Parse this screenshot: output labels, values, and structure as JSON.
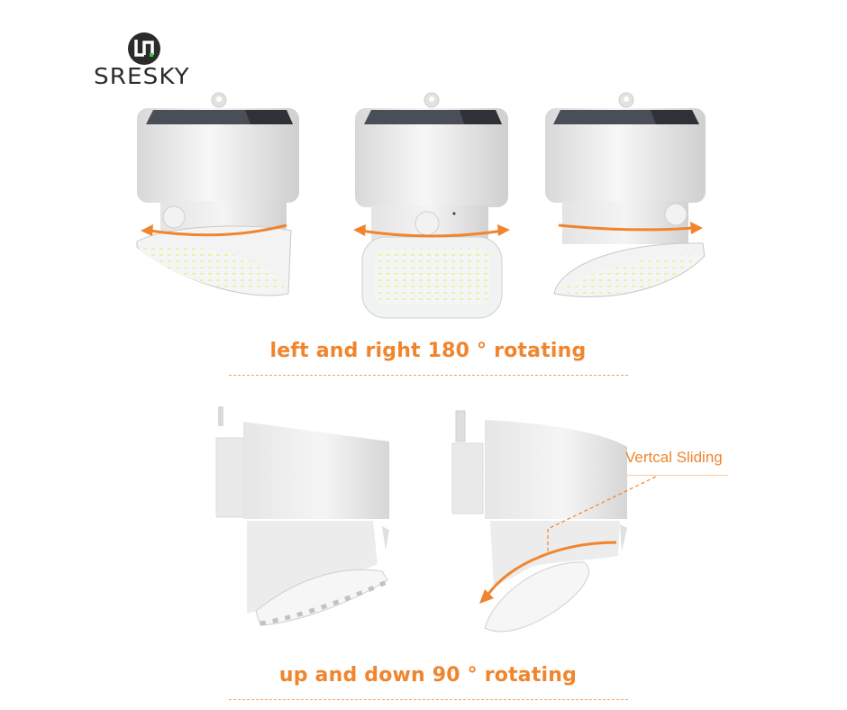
{
  "brand": {
    "name": "SRESKY",
    "logo_icon": "sresky-circle-logo-icon",
    "logo_accent_color": "#3cc33c"
  },
  "colors": {
    "accent": "#f0852d",
    "dash": "#f4a261",
    "body": "#ececec"
  },
  "sections": [
    {
      "caption": "left and right 180 ° rotating",
      "views": [
        {
          "name": "rotated-left-view",
          "arrow": "left"
        },
        {
          "name": "front-view",
          "arrow": "both"
        },
        {
          "name": "rotated-right-view",
          "arrow": "right"
        }
      ]
    },
    {
      "caption": "up and down 90 ° rotating",
      "views": [
        {
          "name": "side-view-level"
        },
        {
          "name": "side-view-tilted-down",
          "annotation": "Vertcal Sliding"
        }
      ]
    }
  ]
}
